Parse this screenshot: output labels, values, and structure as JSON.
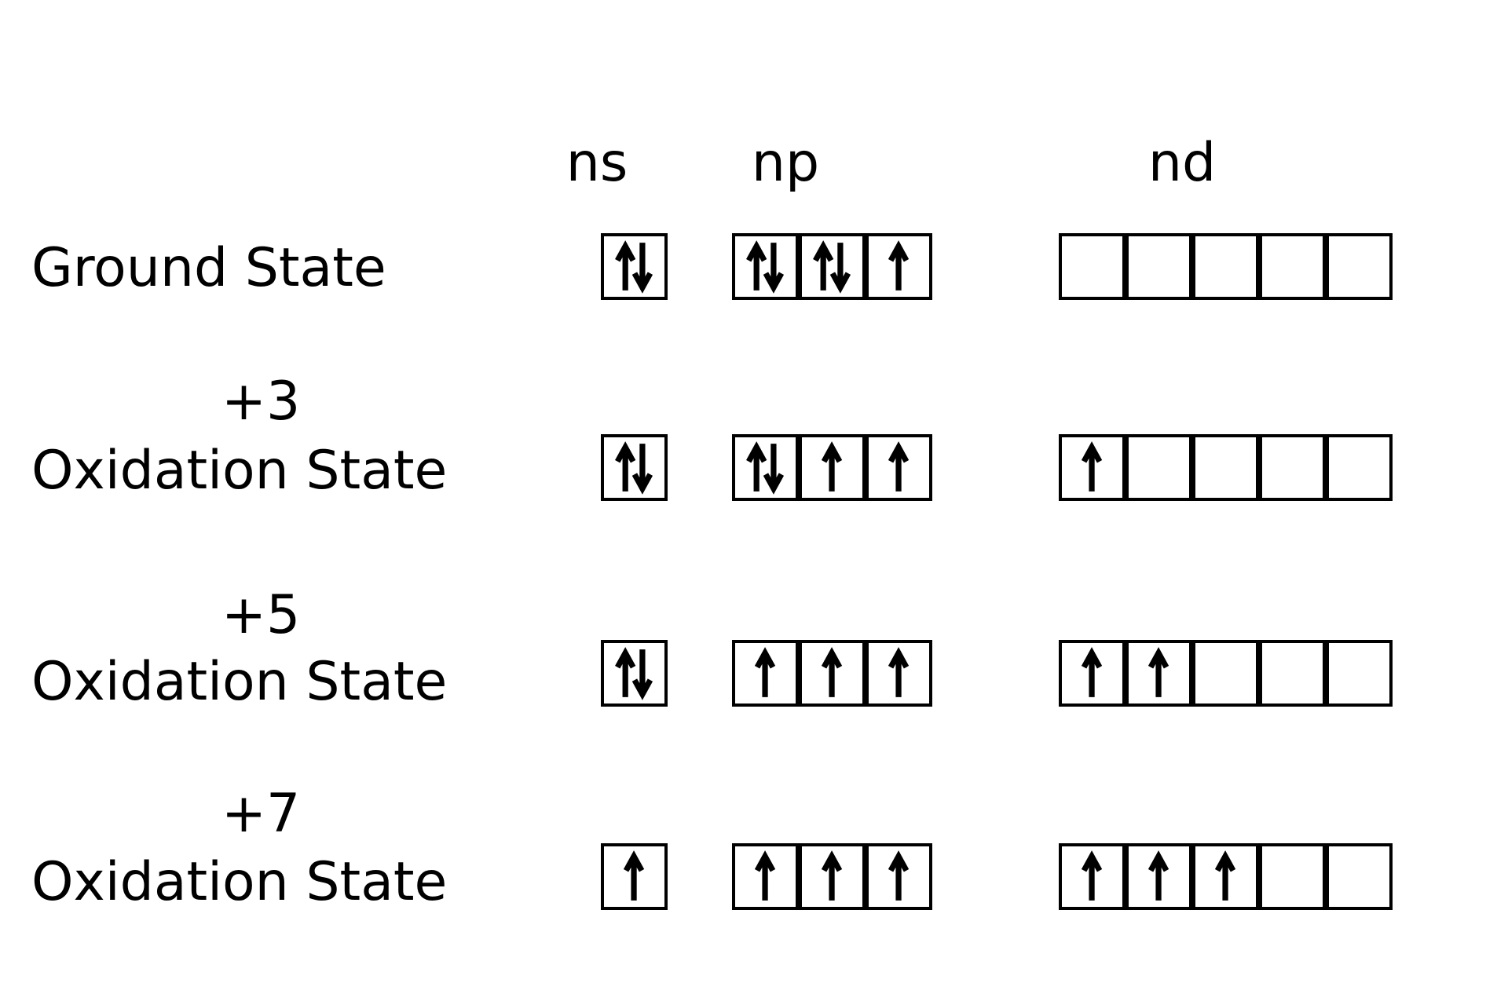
{
  "headers": {
    "s": "ns",
    "p": "np",
    "d": "nd"
  },
  "rows": [
    {
      "number": "",
      "label": "Ground State",
      "s": [
        "ud"
      ],
      "p": [
        "ud",
        "ud",
        "u"
      ],
      "d": [
        "",
        "",
        "",
        "",
        ""
      ]
    },
    {
      "number": "+3",
      "label": "Oxidation State",
      "s": [
        "ud"
      ],
      "p": [
        "ud",
        "u",
        "u"
      ],
      "d": [
        "u",
        "",
        "",
        "",
        ""
      ]
    },
    {
      "number": "+5",
      "label": "Oxidation State",
      "s": [
        "ud"
      ],
      "p": [
        "u",
        "u",
        "u"
      ],
      "d": [
        "u",
        "u",
        "",
        "",
        ""
      ]
    },
    {
      "number": "+7",
      "label": "Oxidation State",
      "s": [
        "u"
      ],
      "p": [
        "u",
        "u",
        "u"
      ],
      "d": [
        "u",
        "u",
        "u",
        "",
        ""
      ]
    }
  ]
}
